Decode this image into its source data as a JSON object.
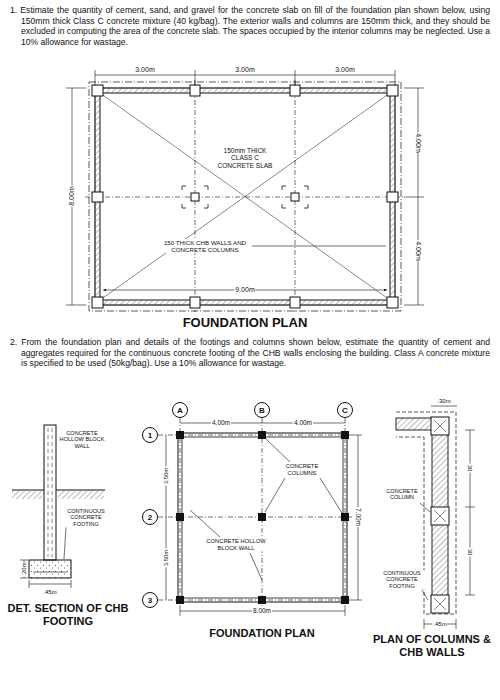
{
  "diagram": {
    "nodes": [
      {
        "text": [
          "A"
        ]
      },
      {
        "text": [
          "B"
        ]
      },
      {
        "text": [
          "C"
        ]
      },
      {
        "text": [
          "1"
        ]
      },
      {
        "text": [
          "2"
        ]
      },
      {
        "text": [
          "3"
        ]
      }
    ],
    "edges": [],
    "labels": [
      "1. Estimate the quantity of cement, sand, and gravel for the concrete slab on fill of the foundation plan shown below, using 150mm thick Class C concrete mixture (40 kg/bag). The exterior walls and columns are 150mm thick, and they should be excluded in computing the area of the concrete slab. The spaces occupied by the interior columns may be neglected. Use a 10% allowance for wastage.",
      "3.00m",
      "3.00m",
      "3.00m",
      "4.00m",
      "4.00m",
      "8.00m",
      "150mm THICK CLASS C CONCRETE SLAB",
      "150 THICK CHB WALLS AND CONCRETE COLUMNS",
      "9.00m",
      "FOUNDATION PLAN",
      "2. From the foundation plan and details of the footings and columns shown below, estimate the quantity of cement and aggregates required for the continuous concrete footing of the CHB walls enclosing the building. Class A concrete mixture is specified to be used (50kg/bag). Use a 10% allowance for wastage.",
      "CONCRETE HOLLOW BLOCK WALL",
      "CONTINUOUS CONCRETE FOOTING",
      ".20m",
      ".45m",
      "DET. SECTION OF CHB FOOTING",
      "4.00m",
      "4.00m",
      "3.50m",
      "3.50m",
      "7.00m",
      "8.00m",
      "CONCRETE COLUMNS",
      "CONCRETE HOLLOW BLOCK WALL",
      "FOUNDATION PLAN",
      ".30m",
      "30",
      "30",
      "CONCRETE COLUMN",
      "CONTINUOUS CONCRETE FOOTING",
      ".45m",
      "PLAN OF COLUMNS & CHB WALLS"
    ]
  }
}
